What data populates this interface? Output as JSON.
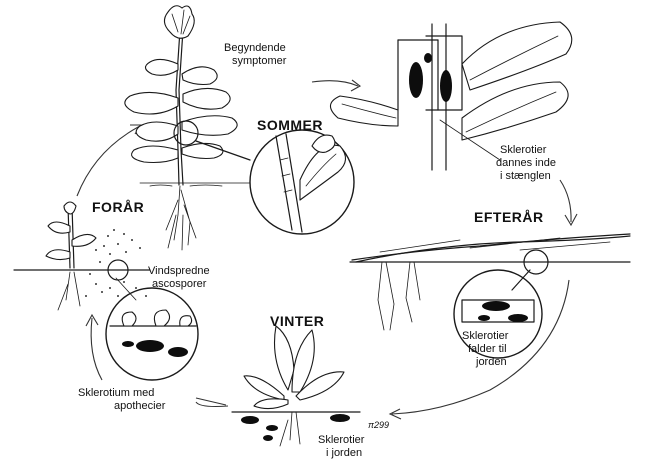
{
  "seasons": {
    "summer": "SOMMER",
    "autumn": "EFTERÅR",
    "winter": "VINTER",
    "spring": "FORÅR"
  },
  "labels": {
    "early_symptoms": [
      "Begyndende",
      "symptomer"
    ],
    "sclerotia_form": [
      "Sklerotier",
      "dannes inde",
      "i stænglen"
    ],
    "sclerotia_fall": [
      "Sklerotier",
      "falder til",
      "jorden"
    ],
    "sclerotia_ground": [
      "Sklerotier",
      "i jorden"
    ],
    "sclerotium_apothecia": [
      "Sklerotium med",
      "apothecier"
    ],
    "wind_spores": [
      "Vindspredne",
      "ascosporer"
    ],
    "signature": "π299"
  }
}
